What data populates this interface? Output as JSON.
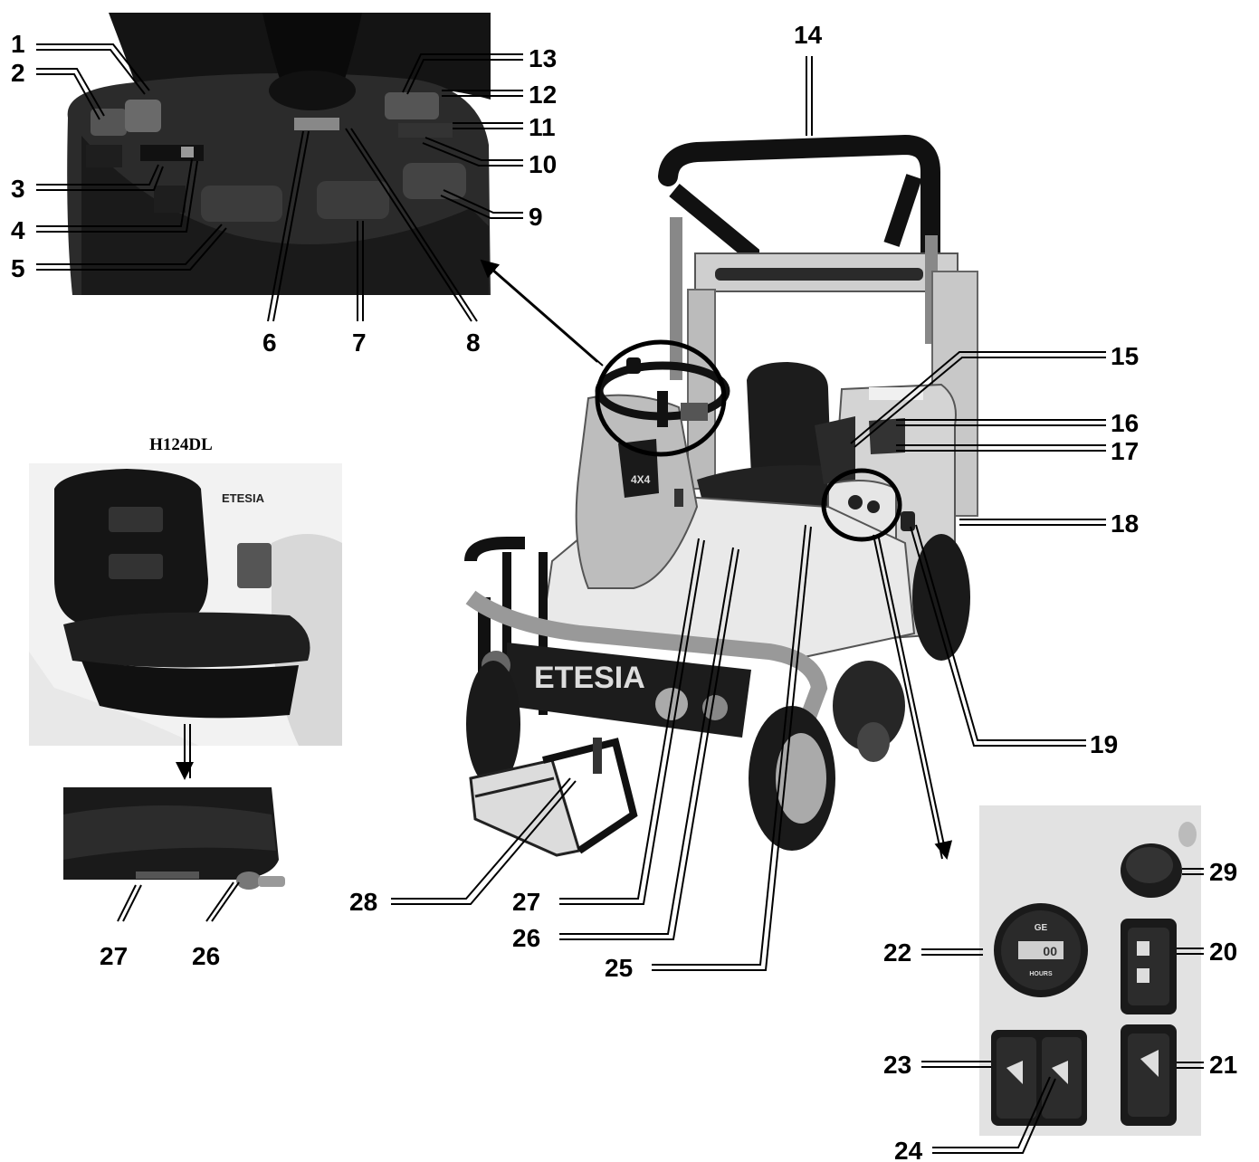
{
  "model_label": "H124DL",
  "brand_text": "ETESIA",
  "model_badge": "4X4",
  "meter_unit": "HOURS",
  "callouts": {
    "n1": "1",
    "n2": "2",
    "n3": "3",
    "n4": "4",
    "n5": "5",
    "n6": "6",
    "n7": "7",
    "n8": "8",
    "n9": "9",
    "n10": "10",
    "n11": "11",
    "n12": "12",
    "n13": "13",
    "n14": "14",
    "n15": "15",
    "n16": "16",
    "n17": "17",
    "n18": "18",
    "n19": "19",
    "n20": "20",
    "n21": "21",
    "n22": "22",
    "n23": "23",
    "n24": "24",
    "n25": "25",
    "n26": "26",
    "n27": "27",
    "n28": "28",
    "n29": "29",
    "seat_27": "27",
    "seat_26": "26"
  }
}
